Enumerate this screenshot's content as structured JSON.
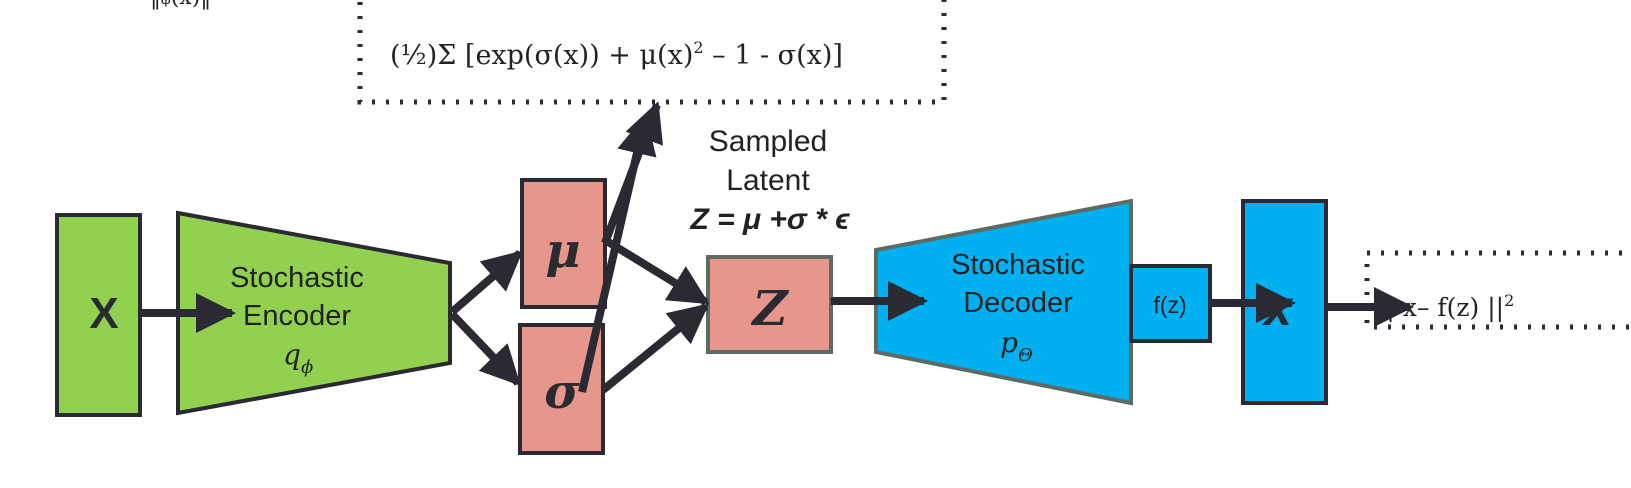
{
  "colors": {
    "green": "#92D050",
    "salmon": "#E6968A",
    "blue": "#00B0F0",
    "stroke": "#2A2A33",
    "gray_border": "#5E6B63"
  },
  "top_fragment": "‖ᵩ(x)‖",
  "kl_term": {
    "prefix": "(½)Σ  [exp(σ(x)) +  μ(x)",
    "exp": "2",
    "suffix": " – 1 -  σ(x)]"
  },
  "input": {
    "label": "X"
  },
  "encoder": {
    "line1": "Stochastic",
    "line2": "Encoder",
    "param": "q",
    "param_sub": "ϕ"
  },
  "mu": {
    "label": "μ"
  },
  "sigma": {
    "label": "σ"
  },
  "sampled_latent": {
    "line1": "Sampled",
    "line2": "Latent",
    "formula": "Z = μ +σ * ϵ"
  },
  "z": {
    "label": "Z"
  },
  "decoder": {
    "line1": "Stochastic",
    "line2": "Decoder",
    "param": "p",
    "param_sub": "Θ"
  },
  "fz": {
    "label": "f(z)"
  },
  "output": {
    "label": "x"
  },
  "recon_term": {
    "text": "|| x– f(z) ||",
    "exp": "2"
  }
}
